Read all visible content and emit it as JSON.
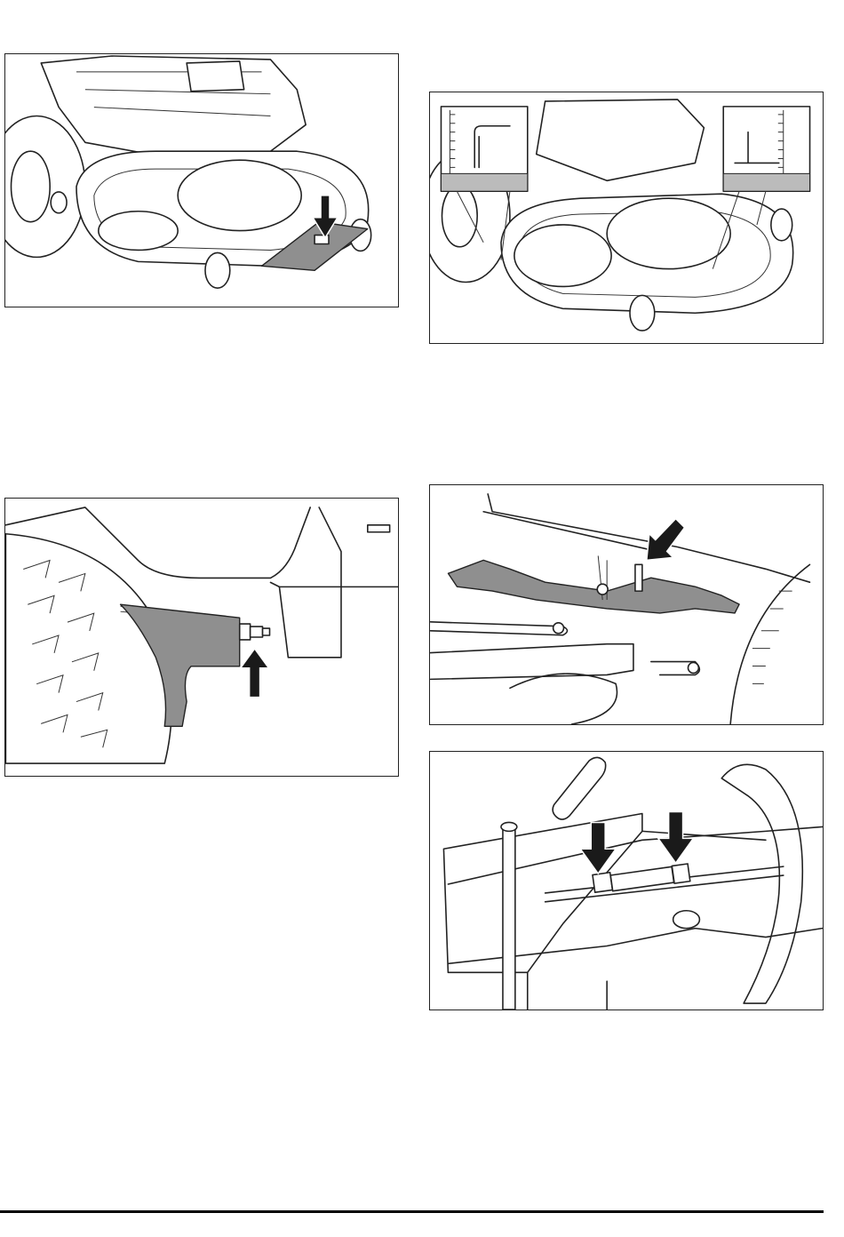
{
  "figures": [
    {
      "id": "fig-mower-deck-plate",
      "arrow_direction": "down"
    },
    {
      "id": "fig-deck-height-insets",
      "arrow_direction": "none"
    },
    {
      "id": "fig-wheel-bracket",
      "arrow_direction": "up"
    },
    {
      "id": "fig-deck-linkage-bolt",
      "arrow_direction": "down-left"
    },
    {
      "id": "fig-adjustment-rod-nuts",
      "arrow_direction": "down"
    }
  ],
  "colors": {
    "border": "#222222",
    "part_highlight": "#8f8f8f",
    "arrow": "#1a1a1a"
  }
}
